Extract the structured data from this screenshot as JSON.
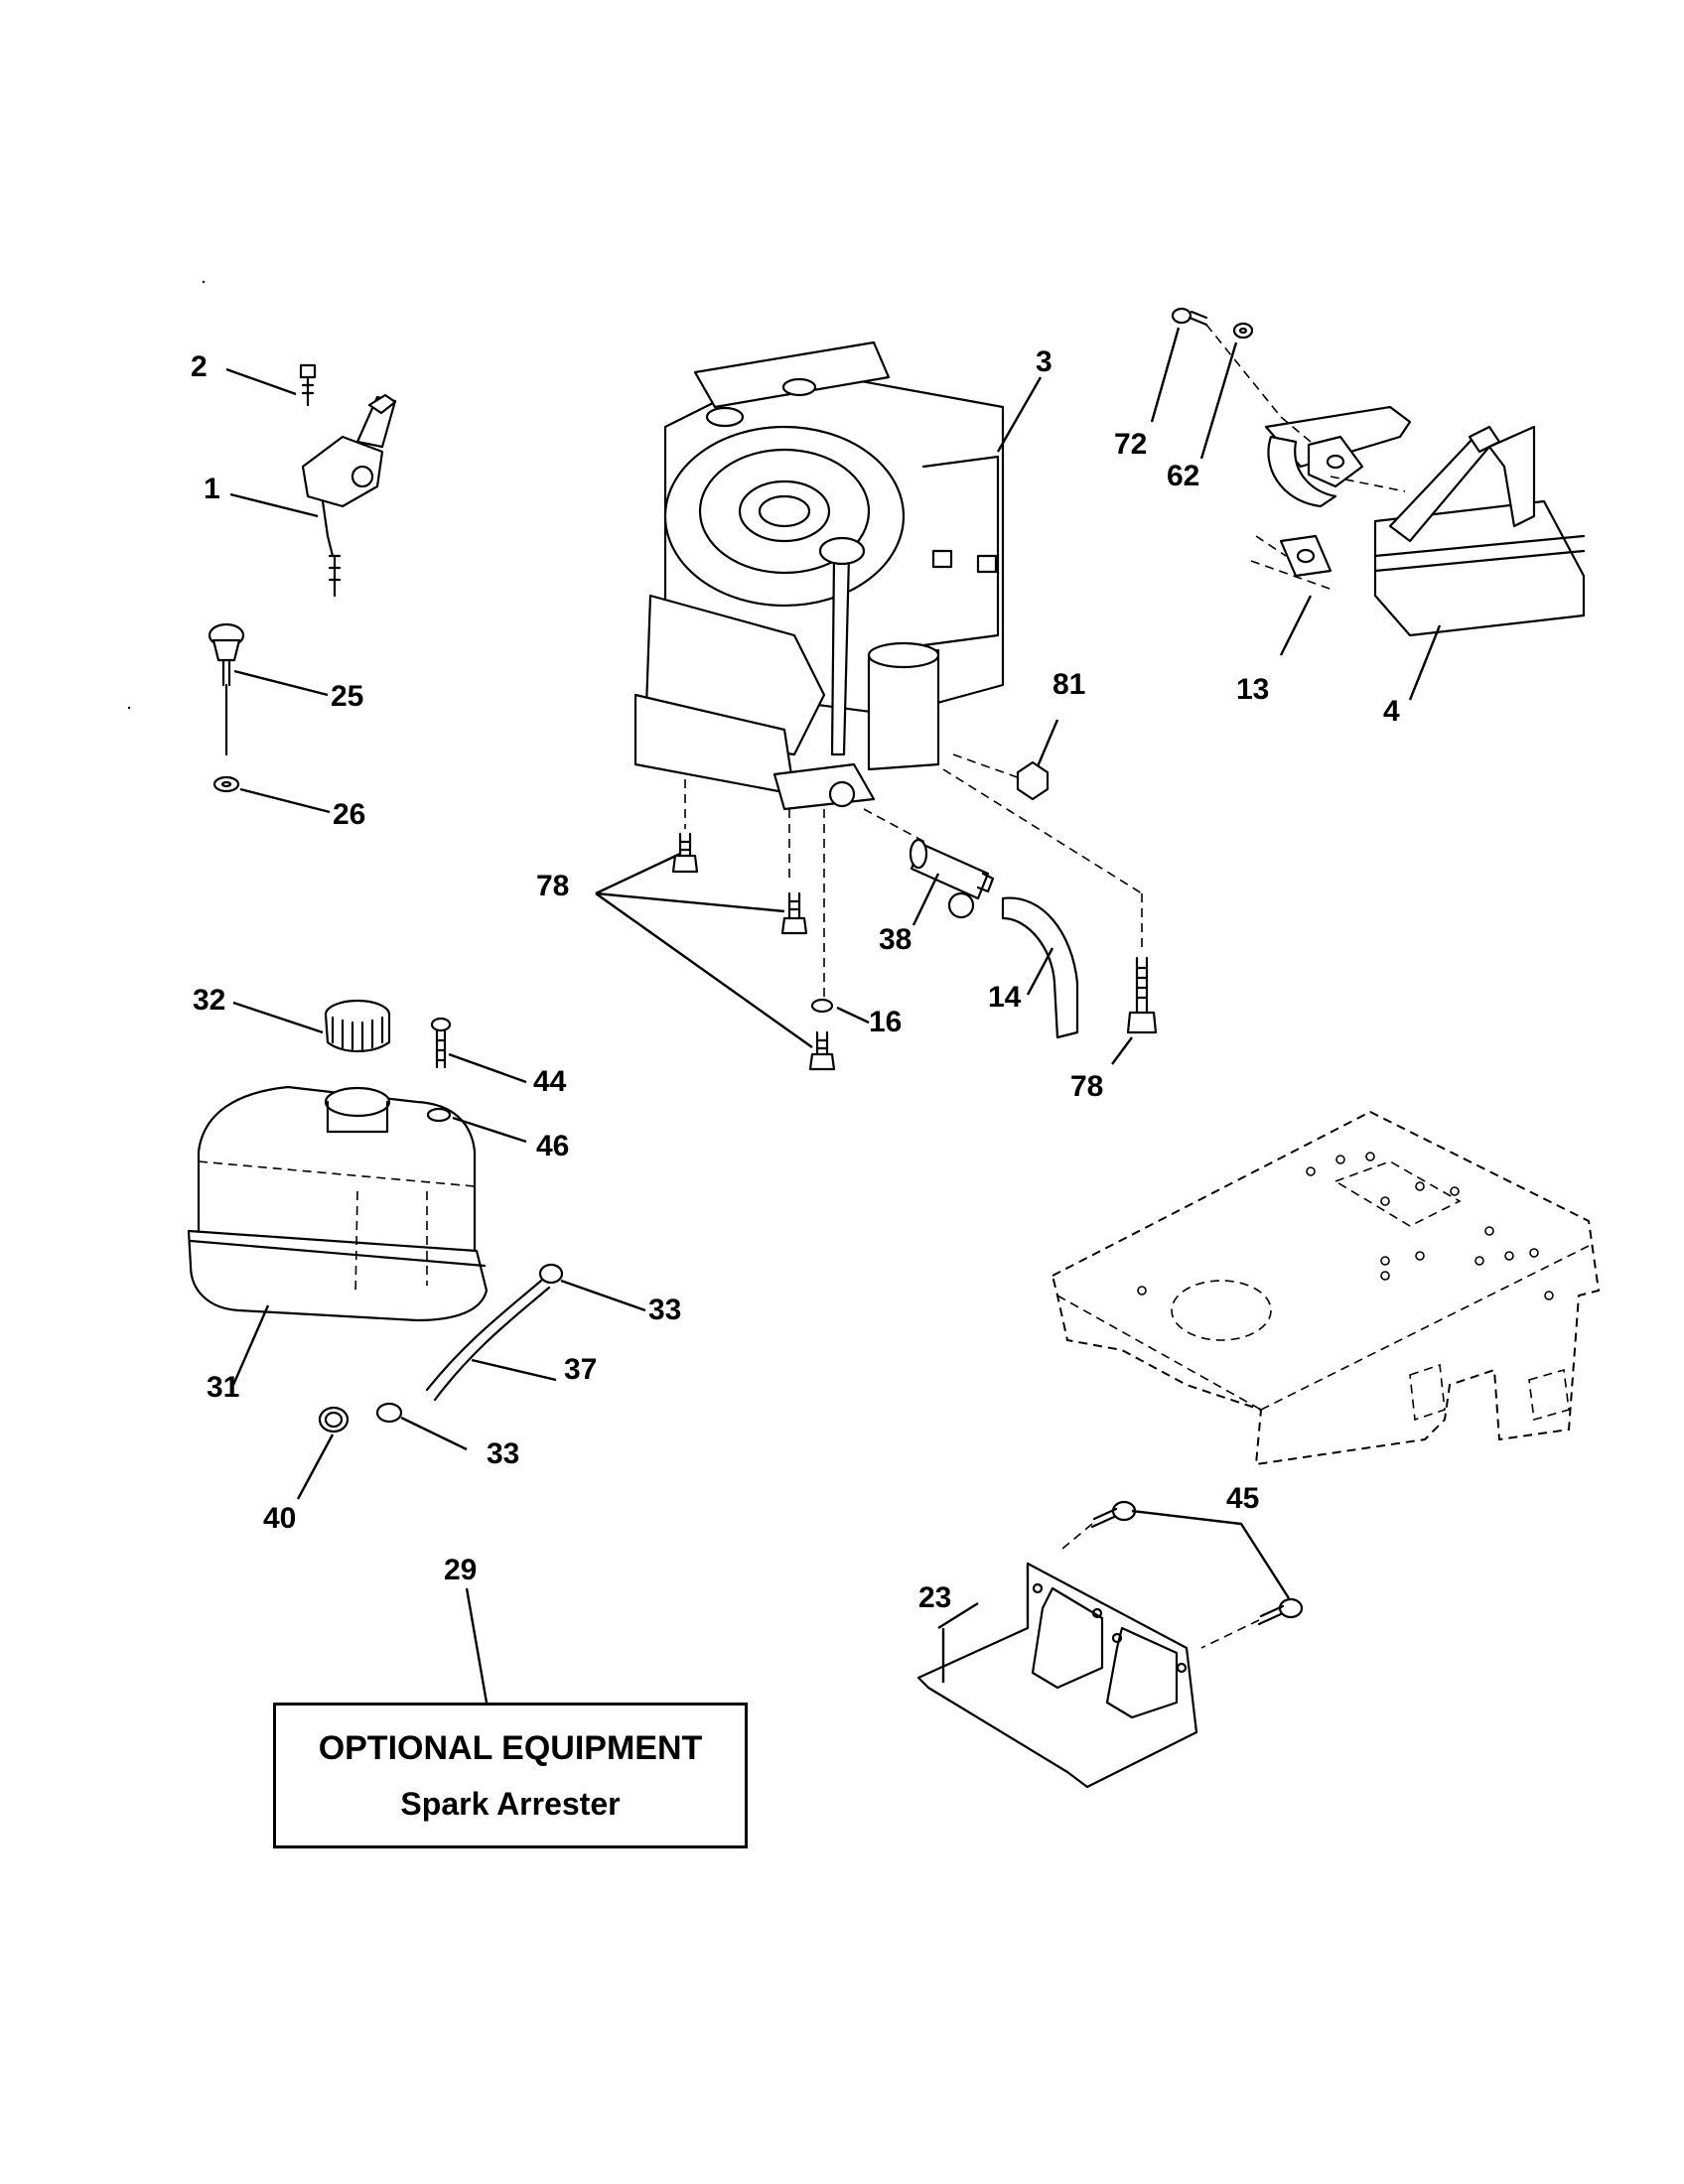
{
  "labels": {
    "l1": "1",
    "l2": "2",
    "l3": "3",
    "l4": "4",
    "l13": "13",
    "l14": "14",
    "l16": "16",
    "l23": "23",
    "l25": "25",
    "l26": "26",
    "l29": "29",
    "l31": "31",
    "l32": "32",
    "l33a": "33",
    "l33b": "33",
    "l37": "37",
    "l38": "38",
    "l40": "40",
    "l44": "44",
    "l45": "45",
    "l46": "46",
    "l62": "62",
    "l72": "72",
    "l78a": "78",
    "l78b": "78",
    "l81": "81"
  },
  "optional_box": {
    "title": "OPTIONAL EQUIPMENT",
    "subtitle": "Spark Arrester"
  }
}
